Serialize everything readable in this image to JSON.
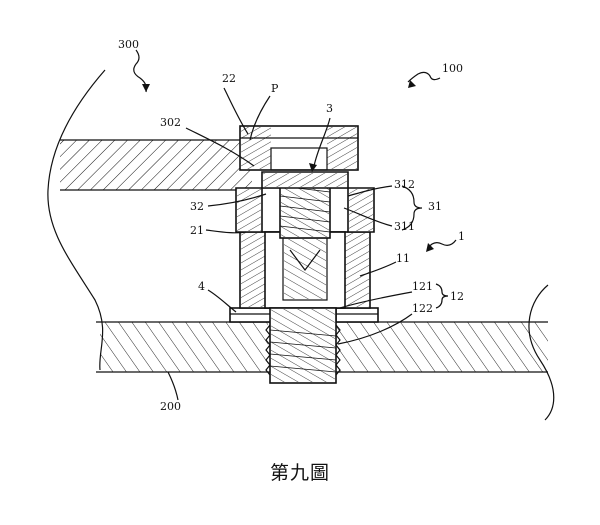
{
  "figure": {
    "caption": "第九圖",
    "labels": {
      "l300": "300",
      "l100": "100",
      "l22": "22",
      "lP": "P",
      "l3": "3",
      "l302": "302",
      "l312": "312",
      "l31": "31",
      "l311": "311",
      "l32": "32",
      "l21": "21",
      "l1": "1",
      "l11": "11",
      "l121": "121",
      "l12": "12",
      "l4": "4",
      "l122": "122",
      "l200": "200"
    }
  }
}
